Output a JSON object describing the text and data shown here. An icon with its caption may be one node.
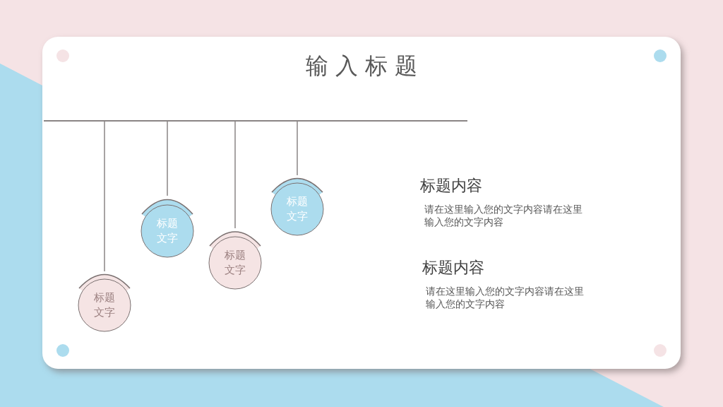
{
  "diagram": {
    "title": "输 入 标 题",
    "nodes": [
      {
        "text": [],
        "shape": "bar"
      },
      {
        "text": [
          "标题文字"
        ]
      },
      {
        "text": [
          "标题文字"
        ]
      },
      {
        "text": [
          "标题文字"
        ]
      },
      {
        "text": [
          "标题文字"
        ]
      }
    ],
    "edges": [
      {
        "from": 0,
        "to": 1,
        "arrow": "none"
      },
      {
        "from": 0,
        "to": 2,
        "arrow": "none"
      },
      {
        "from": 0,
        "to": 3,
        "arrow": "none"
      },
      {
        "from": 0,
        "to": 4,
        "arrow": "none"
      }
    ],
    "labels": [
      "标题内容",
      "请在这里输入您的文字内容请在这里输入您的文字内容",
      "标题内容",
      "请在这里输入您的文字内容请在这里输入您的文字内容"
    ]
  }
}
